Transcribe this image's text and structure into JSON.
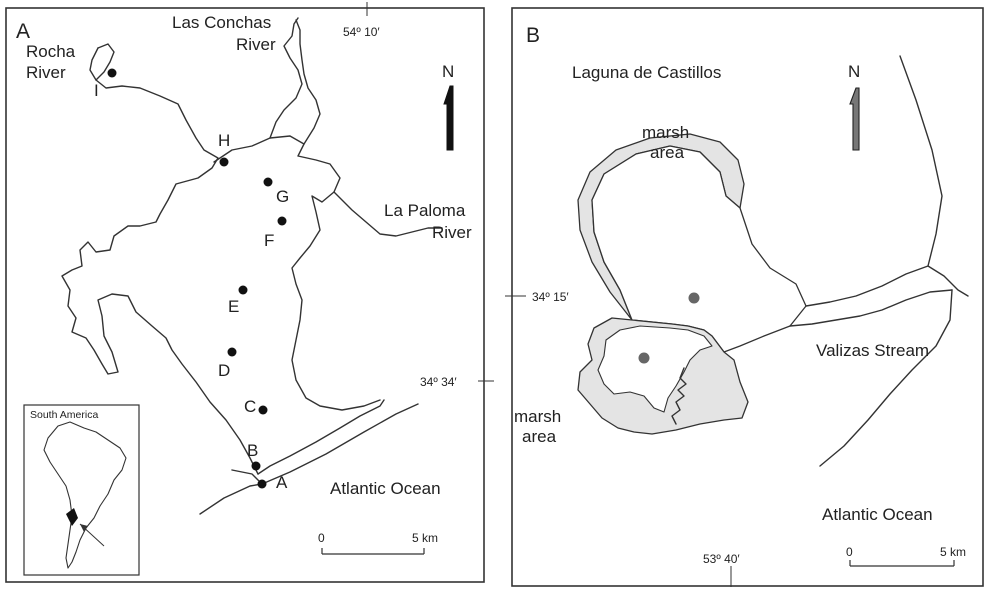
{
  "panel_a": {
    "label": "A",
    "rivers": {
      "rocha_1": "Rocha",
      "rocha_2": "River",
      "conchas_1": "Las Conchas",
      "conchas_2": "River",
      "paloma_1": "La Paloma",
      "paloma_2": "River"
    },
    "coord_top": "54º 10′",
    "coord_right": "34º 34′",
    "north": "N",
    "ocean": "Atlantic Ocean",
    "stations": [
      "A",
      "B",
      "C",
      "D",
      "E",
      "F",
      "G",
      "H",
      "I"
    ],
    "scale": {
      "start": "0",
      "end": "5  km"
    },
    "inset": {
      "title": "South America"
    }
  },
  "panel_b": {
    "label": "B",
    "lagoon": "Laguna de Castillos",
    "marsh_top_1": "marsh",
    "marsh_top_2": "area",
    "marsh_bottom_1": "marsh",
    "marsh_bottom_2": "area",
    "stream": "Valizas Stream",
    "coord_left": "34º 15′",
    "coord_bottom": "53º 40′",
    "north": "N",
    "ocean": "Atlantic Ocean",
    "scale": {
      "start": "0",
      "end": "5  km"
    }
  },
  "colors": {
    "line": "#333333",
    "marsh_fill": "#e4e4e4",
    "site_dot_b": "#666666",
    "site_dot_a": "#111111"
  }
}
